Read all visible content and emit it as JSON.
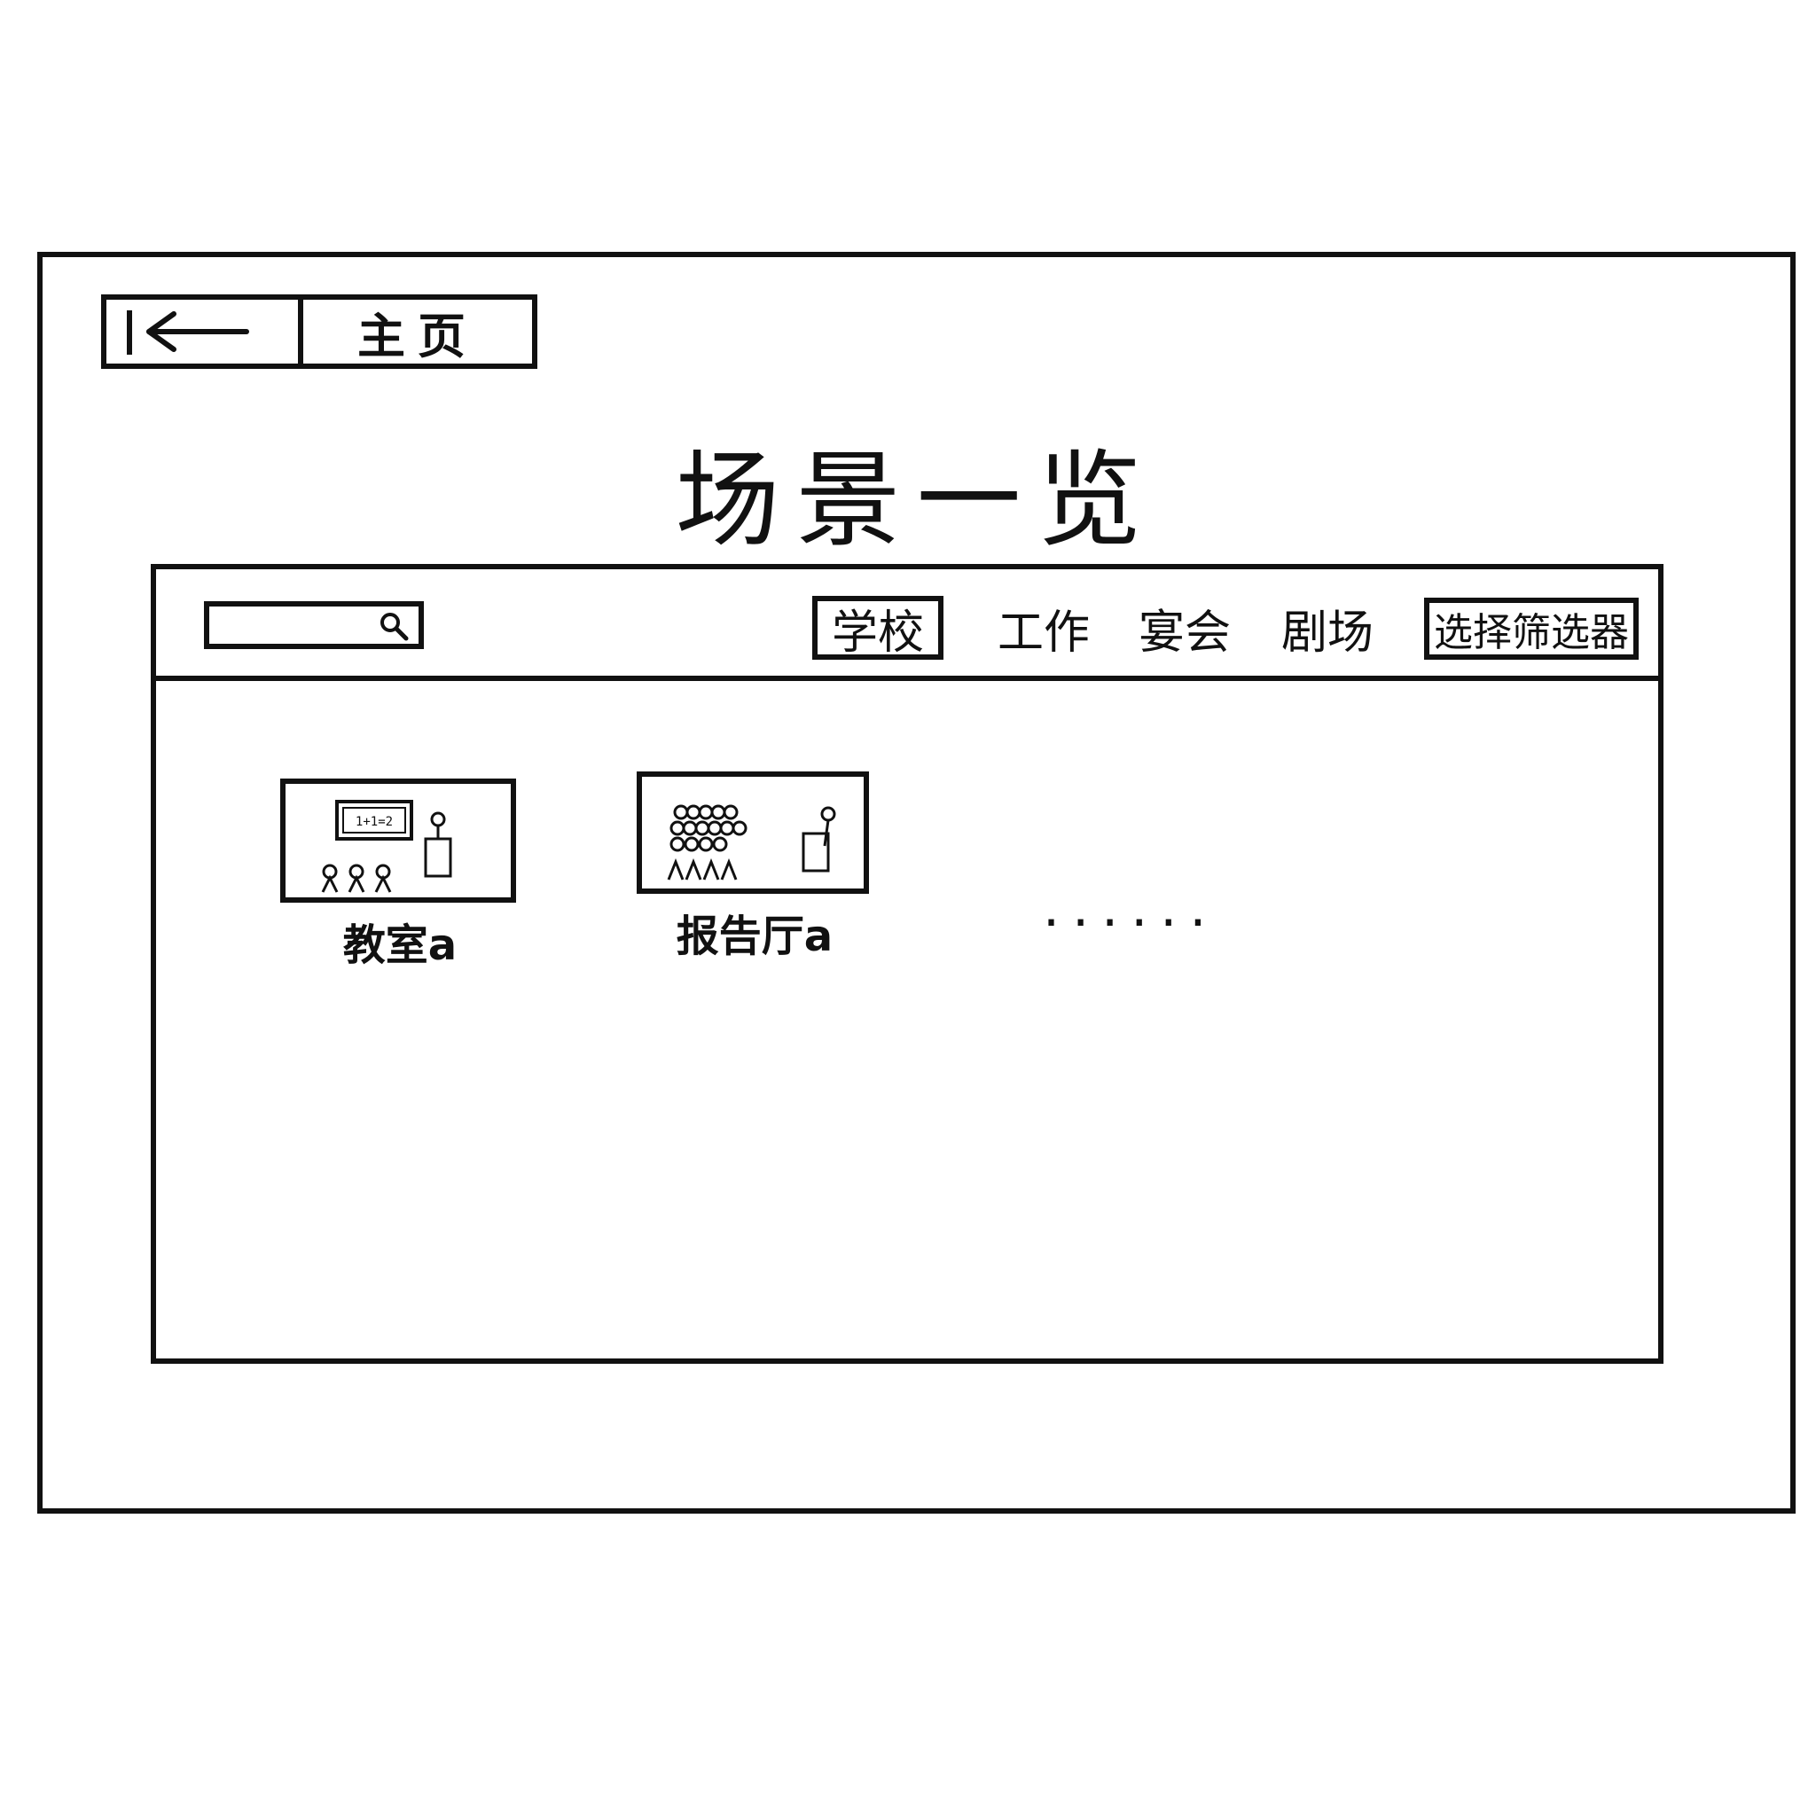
{
  "nav": {
    "back_icon": "left-arrow-icon",
    "home_label": "主页"
  },
  "page": {
    "title": "场景一览"
  },
  "toolbar": {
    "search_placeholder": "",
    "search_icon": "search-icon",
    "tabs": [
      {
        "label": "学校",
        "active": true
      },
      {
        "label": "工作",
        "active": false
      },
      {
        "label": "宴会",
        "active": false
      },
      {
        "label": "剧场",
        "active": false
      }
    ],
    "filter_label": "选择筛选器"
  },
  "content": {
    "scenes": [
      {
        "label": "教室a",
        "thumb_text": "1+1=2"
      },
      {
        "label": "报告厅a"
      }
    ],
    "more_indicator": "······"
  },
  "colors": {
    "ink": "#111111",
    "background": "#ffffff"
  }
}
